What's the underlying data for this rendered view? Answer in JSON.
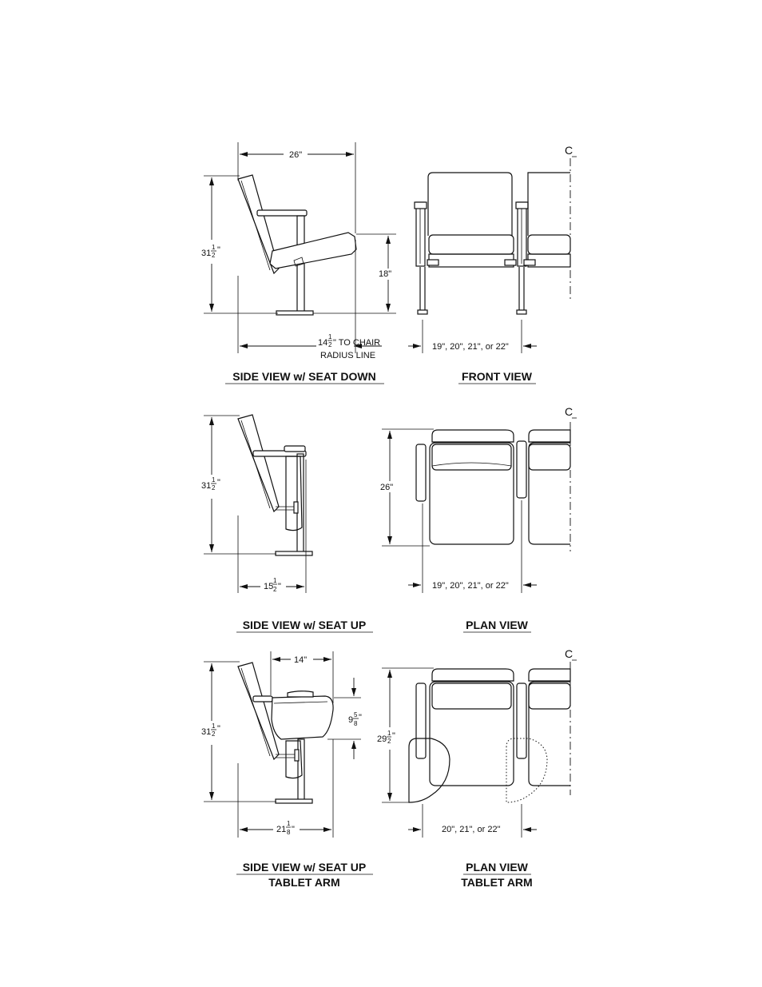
{
  "captions": {
    "side_down": "SIDE VIEW w/ SEAT DOWN",
    "front": "FRONT VIEW",
    "side_up": "SIDE VIEW w/ SEAT UP",
    "plan": "PLAN VIEW",
    "side_tablet_1": "SIDE VIEW w/ SEAT UP",
    "side_tablet_2": "TABLET ARM",
    "plan_tablet_1": "PLAN VIEW",
    "plan_tablet_2": "TABLET ARM"
  },
  "centerline_label": "C",
  "dimensions": {
    "side_down_width": "26\"",
    "height_whole": "31",
    "frac_num_1": "1",
    "frac_den_2": "2",
    "inch": "\"",
    "seat_height": "18\"",
    "radius_whole": "14",
    "radius_text_1": "\" TO CHAIR",
    "radius_text_2": "RADIUS LINE",
    "width_options": "19\", 20\", 21\", or 22\"",
    "depth_plan": "26\"",
    "seat_up_depth_whole": "15",
    "tablet_depth": "14\"",
    "tablet_height_whole": "9",
    "frac_num_5": "5",
    "frac_den_8": "8",
    "tablet_plan_depth_whole": "29",
    "tablet_overall_whole": "21",
    "tablet_width_options": "20\", 21\", or 22\""
  }
}
